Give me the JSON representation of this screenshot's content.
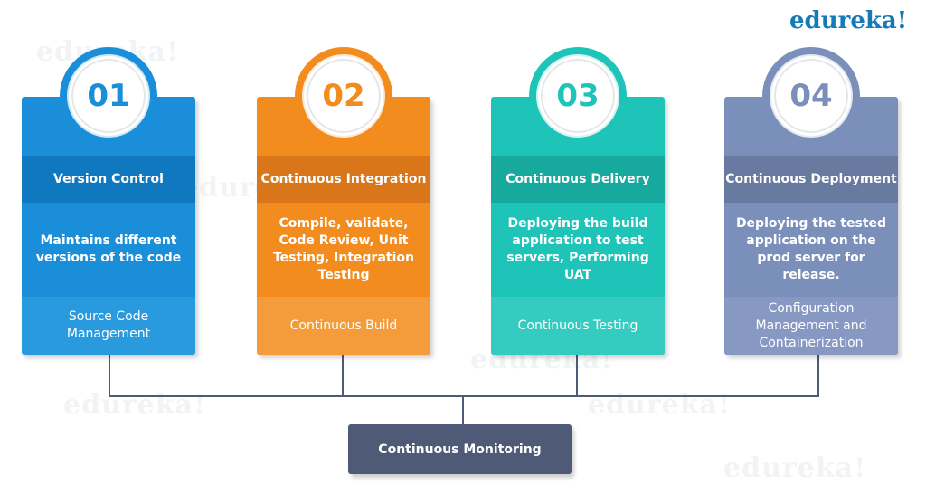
{
  "logo": "edureka!",
  "watermark": "edureka!",
  "stages": [
    {
      "number": "01",
      "title": "Version Control",
      "description": "Maintains different versions of the code",
      "tool": "Source Code Management",
      "colors": {
        "main": "#1a8ed8",
        "head": "#0f78bf",
        "foot": "#2a9ade",
        "ring": "#1a8ed8"
      }
    },
    {
      "number": "02",
      "title": "Continuous Integration",
      "description": "Compile, validate, Code Review, Unit Testing, Integration Testing",
      "tool": "Continuous Build",
      "colors": {
        "main": "#f28c1f",
        "head": "#d9761a",
        "foot": "#f49c3c",
        "ring": "#f28c1f"
      }
    },
    {
      "number": "03",
      "title": "Continuous Delivery",
      "description": "Deploying the build application to test servers, Performing UAT",
      "tool": "Continuous Testing",
      "colors": {
        "main": "#1ec4b7",
        "head": "#17a99d",
        "foot": "#35cbc0",
        "ring": "#1ec4b7"
      }
    },
    {
      "number": "04",
      "title": "Continuous Deployment",
      "description": "Deploying the tested application on the prod server for release.",
      "tool": "Configuration Management and Containerization",
      "colors": {
        "main": "#7a8fba",
        "head": "#687a9f",
        "foot": "#8799c2",
        "ring": "#7a8fba"
      }
    }
  ],
  "monitoring": "Continuous Monitoring"
}
